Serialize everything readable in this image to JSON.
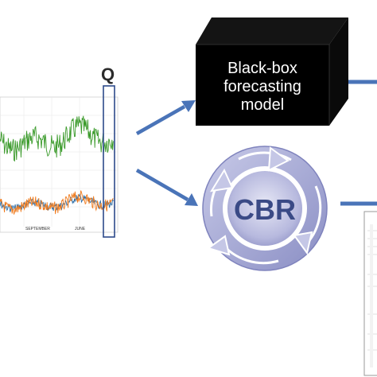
{
  "chart": {
    "x_tick_labels": [
      "SEPTEMBER",
      "JUNE"
    ],
    "highlight_label": "Q",
    "colors": {
      "top_series": "#3a9a2a",
      "bottom_series_a": "#f07c1f",
      "bottom_series_b": "#2e6fa8",
      "highlight": "#2d4a8a"
    }
  },
  "blackbox": {
    "lines": [
      "Black-box",
      "forecasting",
      "model"
    ],
    "color": "#000000"
  },
  "cbr": {
    "label": "CBR",
    "ring_color": "#a9acd6"
  },
  "arrows": {
    "color": "#4a74b8"
  }
}
